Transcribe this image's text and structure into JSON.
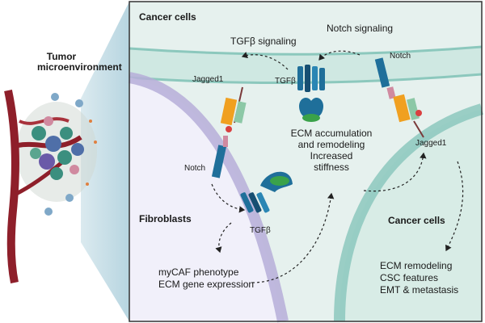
{
  "left_panel": {
    "title_line1": "Tumor",
    "title_line2": "microenvironment"
  },
  "main": {
    "top_cell_title": "Cancer cells",
    "tgfb_signaling": "TGFβ signaling",
    "notch_signaling": "Notch signaling",
    "jagged1_top": "Jagged1",
    "tgfb_top": "TGFβ",
    "notch_right": "Notch",
    "jagged1_right": "Jagged1",
    "ecm_line1": "ECM accumulation",
    "ecm_line2": "and remodeling",
    "ecm_line3": "Increased",
    "ecm_line4": "stiffness",
    "notch_left": "Notch",
    "fibroblasts": "Fibroblasts",
    "tgfb_lower": "TGFβ",
    "right_cell_title": "Cancer cells",
    "mycaf_line1": "myCAF phenotype",
    "mycaf_line2": "ECM gene expression",
    "outcome_1": "ECM remodeling",
    "outcome_2": "CSC features",
    "outcome_3": "EMT & metastasis"
  },
  "colors": {
    "panel_border": "#333333",
    "cancer_bg": "#e6f1ee",
    "membrane_teal": "#8cc8bd",
    "membrane_purple": "#b6aed8",
    "fibroblast_bg": "#f1f0fa",
    "vessel_red": "#8e1f2a",
    "receptor_blue": "#1f6f9a",
    "ligand_green": "#3aa24a",
    "jagged_orange": "#f0a020"
  }
}
